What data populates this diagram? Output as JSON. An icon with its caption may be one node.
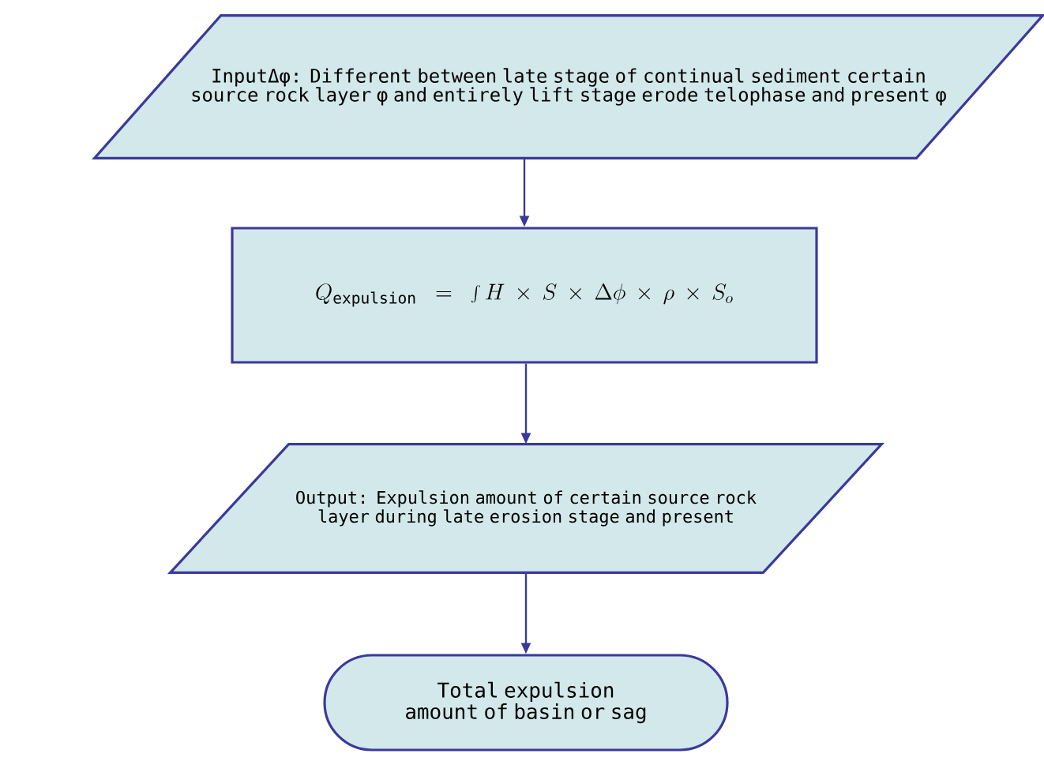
{
  "diagram": {
    "nodes": [
      {
        "text": [
          "InputΔφ: Different between late stage of continual sediment certain source rock layer φ and entirely lift stage erode telophase and present φ"
        ]
      },
      {
        "text": [
          "Q_{\\mathrm{expulsion}}=\\int H\\times S\\times \\Delta\\phi\\times \\rho\\times S_{o}"
        ]
      },
      {
        "text": [
          "Output: Expulsion amount of certain source rock layer during late erosion stage and present"
        ]
      },
      {
        "text": [
          "Total expulsion amount of basin or sag"
        ]
      }
    ],
    "edges": [
      {
        "from": 0,
        "to": 1,
        "arrow": "to"
      },
      {
        "from": 1,
        "to": 2,
        "arrow": "to"
      },
      {
        "from": 2,
        "to": 3,
        "arrow": "to"
      }
    ]
  }
}
